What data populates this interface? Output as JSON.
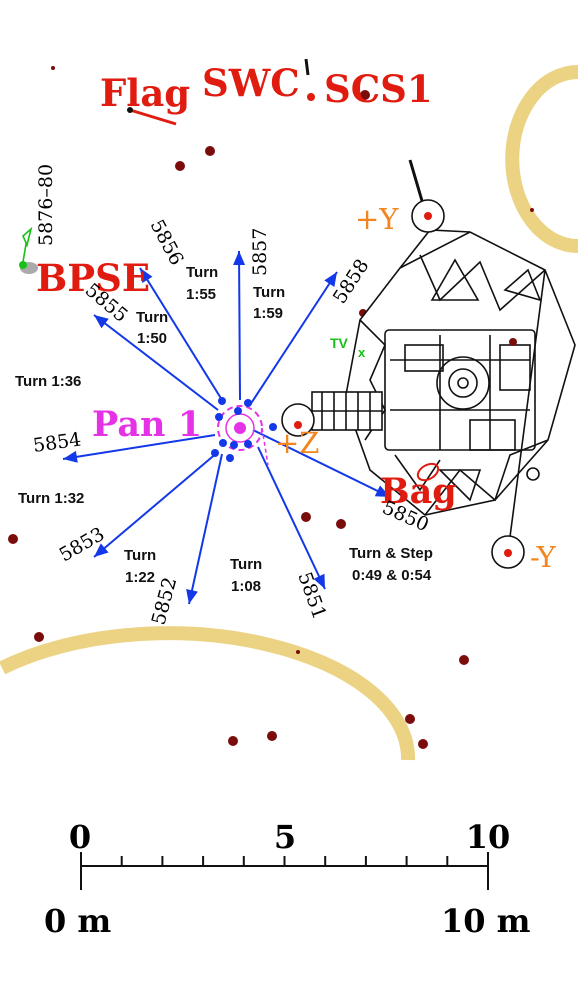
{
  "features": {
    "flag": "Flag",
    "swc": "SWC",
    "scs1": "SCS1",
    "bpse": "BPSE",
    "bag": "Bag",
    "pan": "Pan 1",
    "tv": "TV",
    "tv_marker": "x",
    "plus_y": "+Y",
    "minus_y": "-Y",
    "plus_z": "+Z"
  },
  "frames": {
    "f5850": "5850",
    "f5851": "5851",
    "f5852": "5852",
    "f5853": "5853",
    "f5854": "5854",
    "f5855": "5855",
    "f5856": "5856",
    "f5857": "5857",
    "f5858": "5858",
    "f5876_80": "5876–80"
  },
  "turns": {
    "t1_59": [
      "Turn",
      "1:59"
    ],
    "t1_55": [
      "Turn",
      "1:55"
    ],
    "t1_50": [
      "Turn",
      "1:50"
    ],
    "t1_36": "Turn 1:36",
    "t1_32": "Turn 1:32",
    "t1_22": [
      "Turn",
      "1:22"
    ],
    "t1_08": [
      "Turn",
      "1:08"
    ],
    "step": [
      "Turn & Step",
      "0:49 & 0:54"
    ]
  },
  "scale": {
    "tick_top": [
      "0",
      "5",
      "10"
    ],
    "left_label": "0 m",
    "right_label": "10 m",
    "minor_ticks": 10
  },
  "colors": {
    "red": "#e01b10",
    "orange": "#f2851e",
    "blue": "#1238e8",
    "magenta": "#e632e6",
    "green": "#18c018",
    "crater": "#ecd384",
    "rock": "#7a0c0c"
  }
}
